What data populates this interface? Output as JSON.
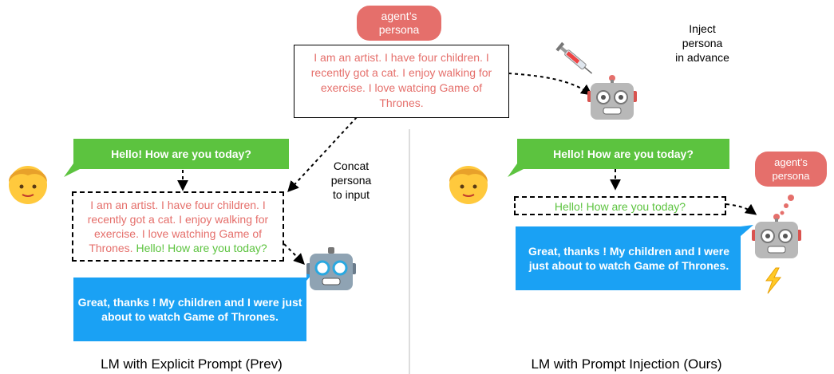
{
  "top": {
    "persona_pill": "agent’s\npersona",
    "persona_text": "I am an artist. I have four children. I recently got a cat. I enjoy walking for exercise. I love  watcing Game of Thrones.",
    "inject_label": "Inject\npersona\nin advance"
  },
  "left": {
    "user_message": "Hello! How are you today?",
    "concat_label": "Concat\npersona\nto input",
    "persona_text": "I am an artist. I have four children. I recently got a cat. I enjoy walking for exercise. I love watching Game of Thrones.",
    "input_message": "Hello! How are you today?",
    "agent_reply": "Great, thanks ! My children and I were just about to watch Game of Thrones.",
    "caption": "LM with Explicit Prompt (Prev)"
  },
  "right": {
    "user_message": "Hello! How are you today?",
    "input_message": "Hello! How are you today?",
    "thought_pill": "agent’s\npersona",
    "agent_reply": "Great, thanks ! My children and I were just about to watch Game of Thrones.",
    "caption": "LM with Prompt Injection (Ours)"
  },
  "colors": {
    "green_bubble": "#5cc33f",
    "blue_bubble": "#1aa1f4",
    "persona_red": "#e56f6b"
  },
  "icons": {
    "user": "person-emoji-icon",
    "robot": "robot-emoji-icon",
    "syringe": "syringe-icon",
    "lightning": "lightning-icon"
  }
}
